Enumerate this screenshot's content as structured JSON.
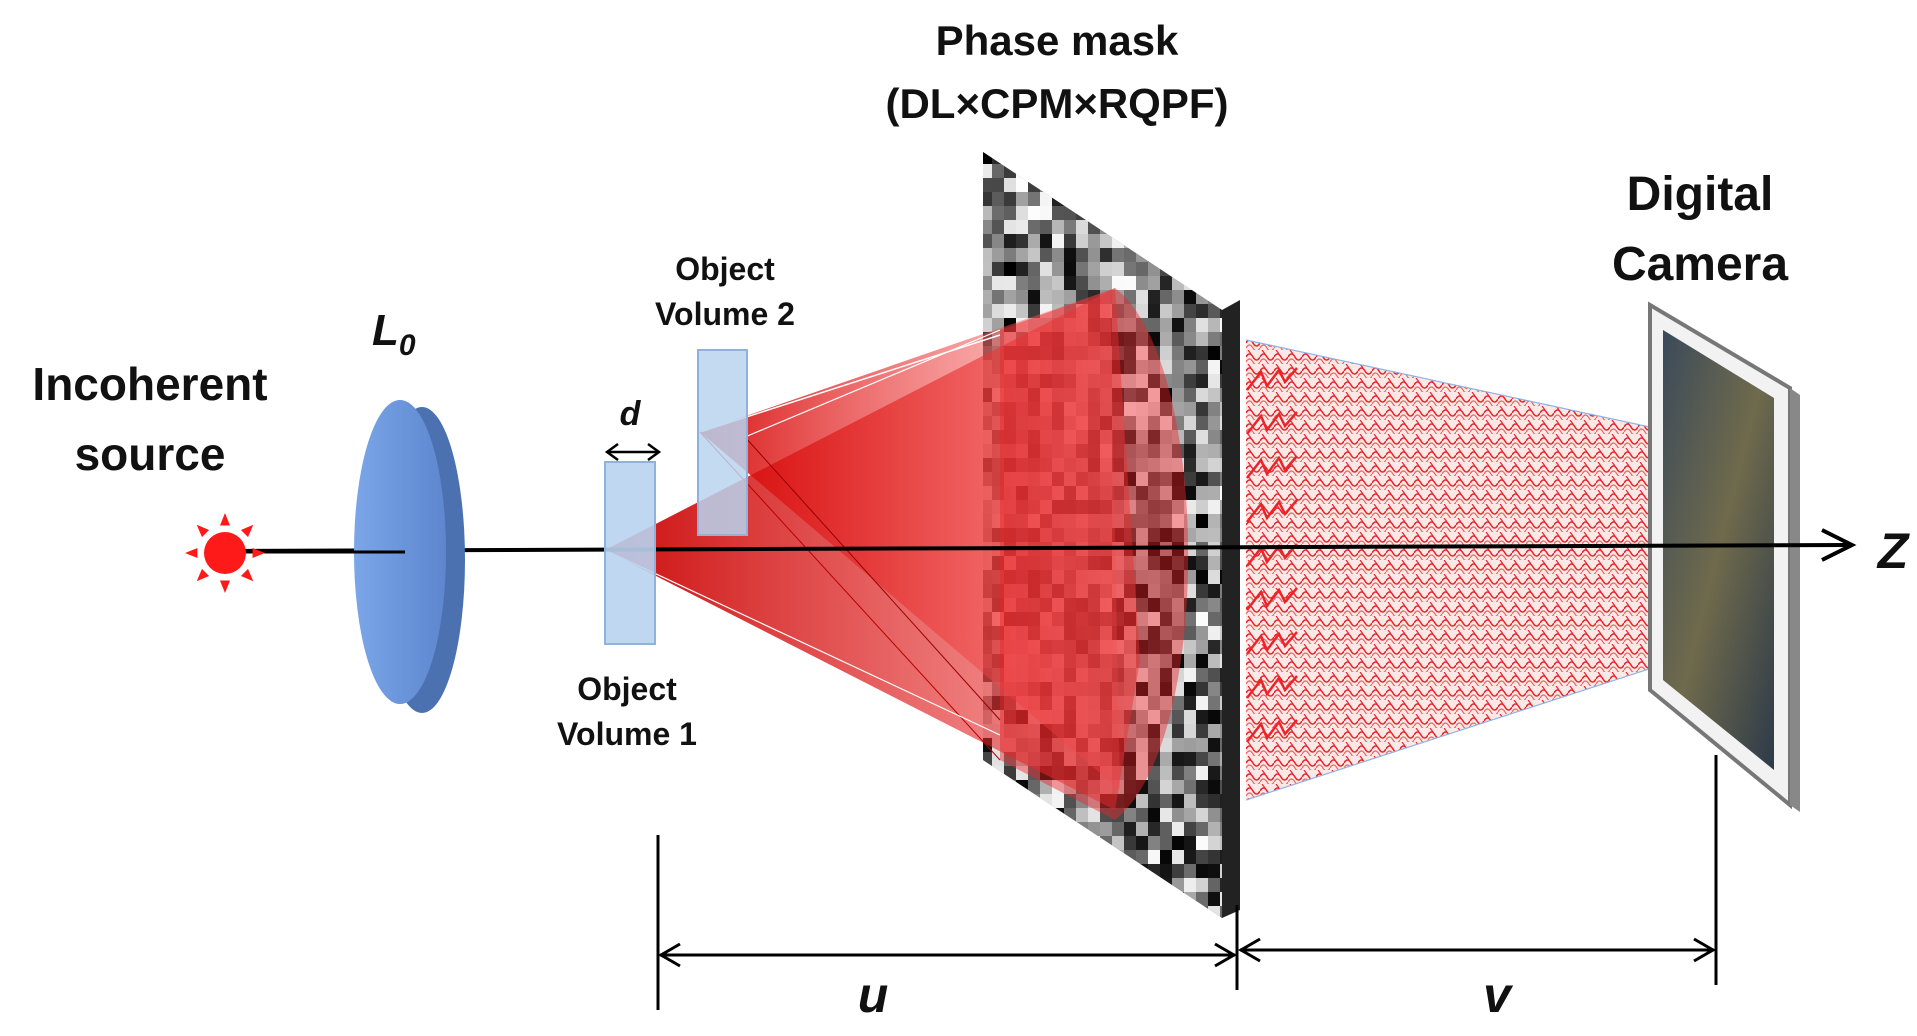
{
  "labels": {
    "phase_mask_line1": "Phase mask",
    "phase_mask_line2": "(DL×CPM×RQPF)",
    "camera_line1": "Digital",
    "camera_line2": "Camera",
    "source_line1": "Incoherent",
    "source_line2": "source",
    "lens_main": "L",
    "lens_sub": "0",
    "object2_line1": "Object",
    "object2_line2": "Volume 2",
    "object1_line1": "Object",
    "object1_line2": "Volume 1",
    "d_label": "d",
    "z_label": "Z",
    "u_label": "u",
    "v_label": "v"
  },
  "colors": {
    "beam_red": "#e8262a",
    "lens_blue": "#6f9be0",
    "object_blue": "#b9d3ef",
    "source_red": "#ff1a1a",
    "axis": "#000000"
  }
}
